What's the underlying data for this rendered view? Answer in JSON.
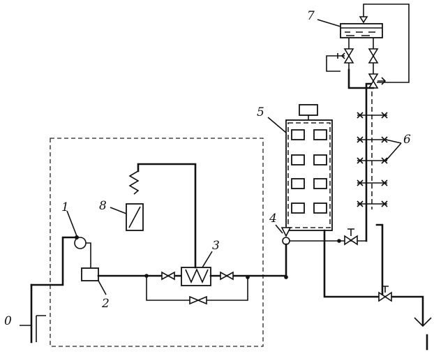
{
  "labels": {
    "l0": "0",
    "l1": "1",
    "l2": "2",
    "l3": "3",
    "l4": "4",
    "l5": "5",
    "l6": "6",
    "l7": "7",
    "l8": "8"
  },
  "colors": {
    "ink": "#111111",
    "paper": "#ffffff"
  }
}
